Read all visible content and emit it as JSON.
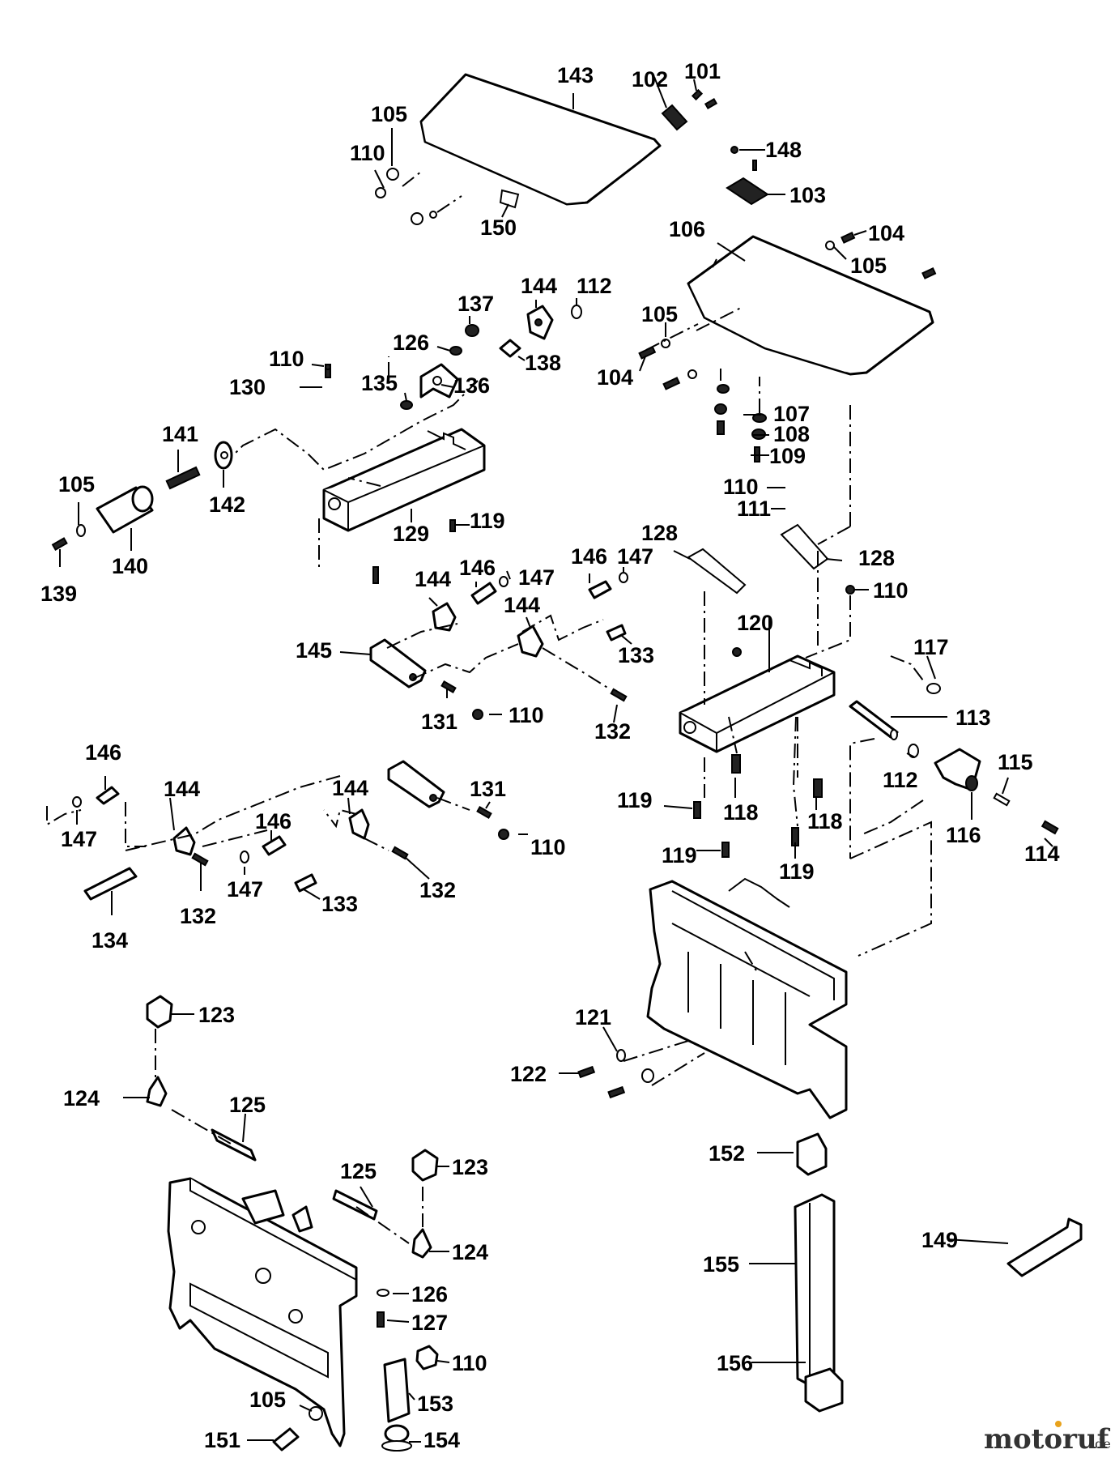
{
  "brand": {
    "name": "motoruf",
    "suffix": ".de"
  },
  "colors": {
    "ink": "#000000",
    "paper": "#ffffff",
    "brand_orange": "#e8a21c",
    "brand_dark": "#333333"
  },
  "labels": {
    "l101": "101",
    "l102": "102",
    "l143": "143",
    "l105a": "105",
    "l110a": "110",
    "l150": "150",
    "l148": "148",
    "l103": "103",
    "l106": "106",
    "l104a": "104",
    "l105b": "105",
    "l144a": "144",
    "l112a": "112",
    "l137": "137",
    "l126a": "126",
    "l138": "138",
    "l105c": "105",
    "l104b": "104",
    "l110b": "110",
    "l130": "130",
    "l135": "135",
    "l136": "136",
    "l141": "141",
    "l142": "142",
    "l105d": "105",
    "l140": "140",
    "l139": "139",
    "l129": "129",
    "l119a": "119",
    "l107": "107",
    "l108": "108",
    "l109": "109",
    "l110c": "110",
    "l111": "111",
    "l128a": "128",
    "l128b": "128",
    "l110d": "110",
    "l144b": "144",
    "l146a": "146",
    "l147a": "147",
    "l146b": "146",
    "l147b": "147",
    "l144c": "144",
    "l133a": "133",
    "l120": "120",
    "l117": "117",
    "l145": "145",
    "l131a": "131",
    "l110e": "110",
    "l132a": "132",
    "l113": "113",
    "l146c": "146",
    "l144d": "144",
    "l144e": "144",
    "l131b": "131",
    "l147c": "147",
    "l146d": "146",
    "l110f": "110",
    "l132b": "132",
    "l133b": "133",
    "l147d": "147",
    "l134": "134",
    "l132c": "132",
    "l119b": "119",
    "l118a": "118",
    "l118b": "118",
    "l112b": "112",
    "l115": "115",
    "l116": "116",
    "l114": "114",
    "l119c": "119",
    "l119d": "119",
    "l123a": "123",
    "l124a": "124",
    "l125a": "125",
    "l121": "121",
    "l122": "122",
    "l152": "152",
    "l125b": "125",
    "l123b": "123",
    "l124b": "124",
    "l149": "149",
    "l155": "155",
    "l126b": "126",
    "l127": "127",
    "l110g": "110",
    "l156": "156",
    "l105e": "105",
    "l153": "153",
    "l151": "151",
    "l154": "154"
  }
}
